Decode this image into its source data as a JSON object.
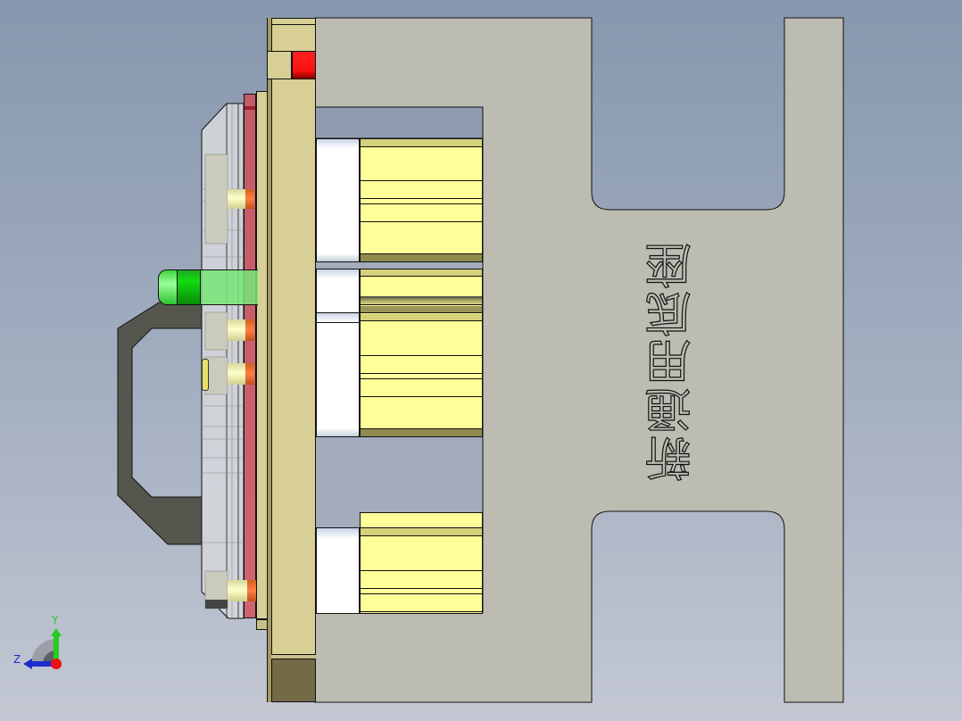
{
  "app": {
    "type": "CAD 3D viewport",
    "view": "side view of fixture assembly"
  },
  "viewport": {
    "background_top": "#8797ad",
    "background_bottom": "#c3c8d3"
  },
  "model": {
    "base_plate_label": "新通用底座",
    "colors": {
      "base_plate": "#bcbcb2",
      "mounting_plate": "#d8cf96",
      "mounting_plate_dark": "#736a48",
      "block_yellow": "#ffff99",
      "block_yellow_dark": "#9a9658",
      "block_white": "#ffffff",
      "red_marker": "#ff1010",
      "red_transparent_plate": "#d4535c",
      "green_pin": "#12d412",
      "handle": "#55574f",
      "transparent_body": "#d3d6da"
    }
  },
  "triad": {
    "y_label": "Y",
    "z_label": "Z",
    "y_color": "#22cc22",
    "z_color": "#1c2ccc",
    "x_color": "#ee1111"
  }
}
